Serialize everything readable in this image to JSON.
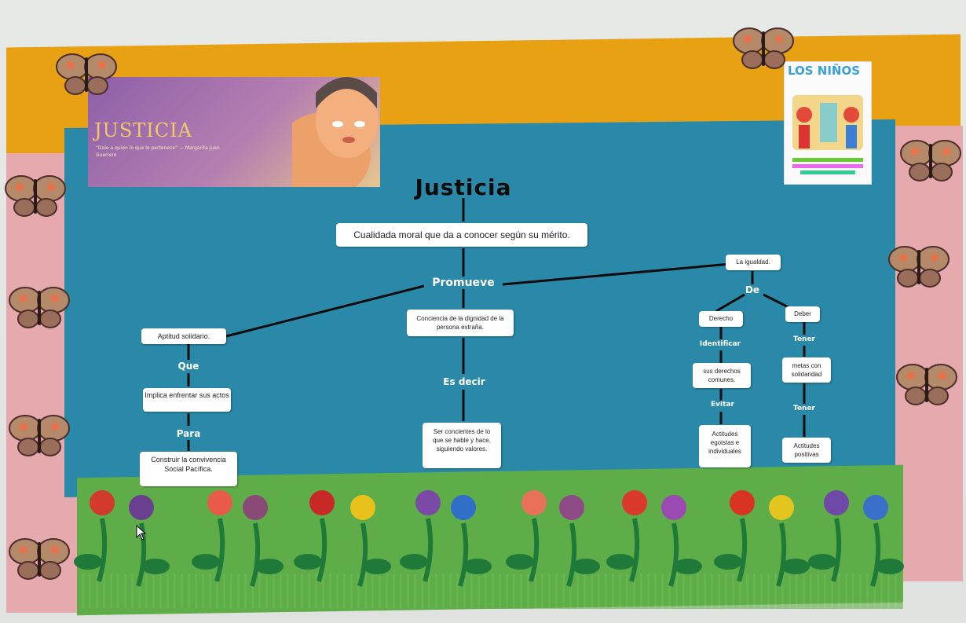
{
  "map": {
    "title": "Justicia",
    "definition": "Cualidada moral que da  a conocer según su mérito.",
    "promueve": "Promueve",
    "left_node": "Aptitud solidario.",
    "que": "Que",
    "implica": "Implica enfrentar sus actos",
    "para": "Para",
    "construir": "Construir la convivencia Social Pacífica.",
    "middle_node": "Conciencia de la dignidad de la persona extraña.",
    "es_decir": "Es decir",
    "ser_concientes": "Ser concientes de lo que se hable y hace, siguiendo valores.",
    "igualdad": "La igualdad.",
    "de": "De",
    "derecho": "Derecho",
    "deber": "Deber",
    "identificar": "Identificar",
    "tener1": "Tener",
    "sus_derechos": "sus derechos comunes.",
    "metas": "metas con solidaridad",
    "evitar": "Evitar",
    "tener2": "Tener",
    "actitudes_egoistas": "Actitudes egoistas e individuales",
    "actitudes_positivas": "Actitudes positivas"
  },
  "poster": {
    "title": "JUSTICIA",
    "subtitle": "“Dale a quien lo que le pertenece” — Margarita Juan Guerrero"
  },
  "book": {
    "title": "LOS NIÑOS"
  },
  "colors": {
    "blue_board": "#2a89a8",
    "orange_strip": "#e8a113",
    "pink_border": "#e6a9ae",
    "green_strip": "#5ead48"
  }
}
